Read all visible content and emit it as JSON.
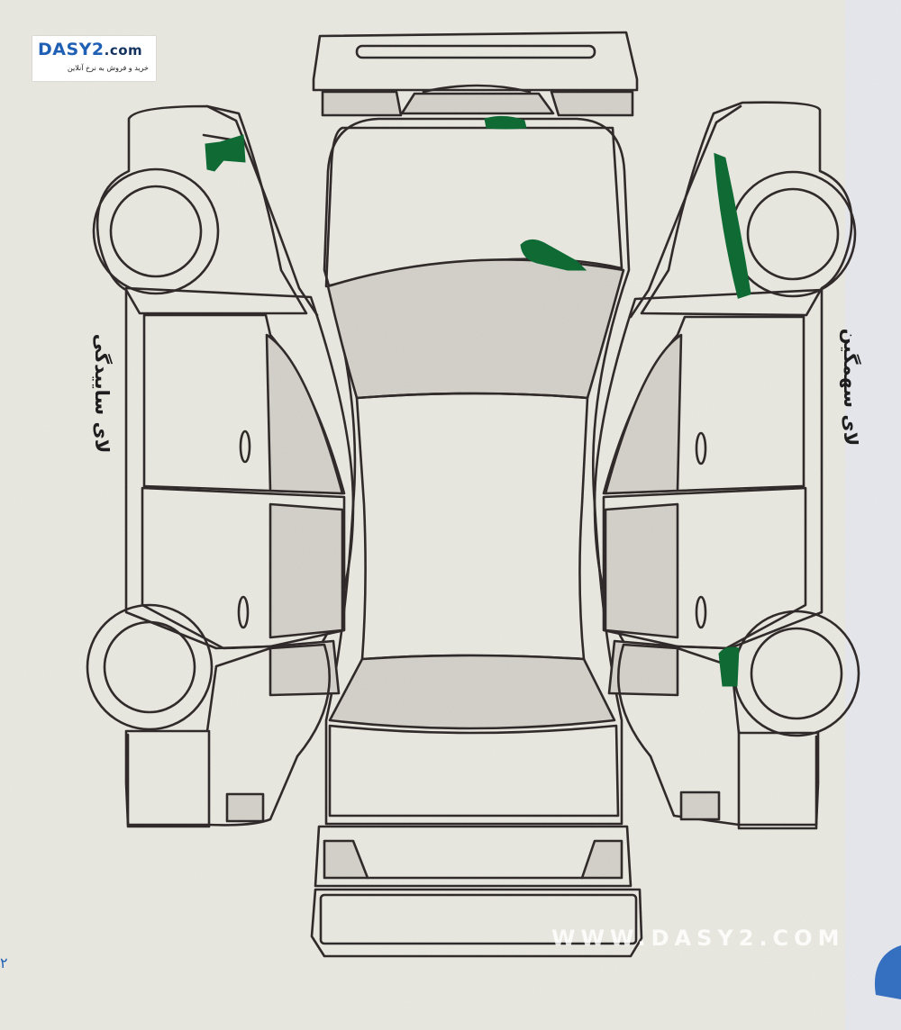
{
  "logo": {
    "brand_prefix": "DASY2",
    "brand_suffix": ".com",
    "tagline": "خرید و فروش به نرخ آنلاین"
  },
  "labels": {
    "left_side": "لای ساییدگی",
    "right_side": "لای سهمگین"
  },
  "watermark": "WWW.DASY2.COM",
  "edge_marks": [
    "٢"
  ],
  "colors": {
    "paper": "#e9e8e0",
    "line": "#2b2424",
    "panel_fill": "#d2d0c8",
    "damage_marker": "#0f6a34",
    "brand_blue": "#1f5fb4"
  }
}
